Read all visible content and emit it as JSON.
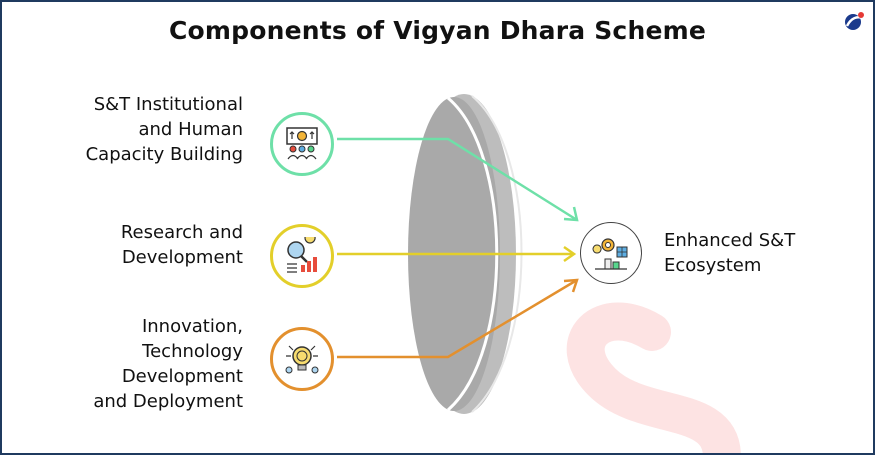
{
  "title": "Components of Vigyan Dhara Scheme",
  "components": [
    {
      "label_lines": [
        "S&T Institutional",
        "and Human",
        "Capacity Building"
      ],
      "icon": "gear-people-icon",
      "color": "#6ee0a8"
    },
    {
      "label_lines": [
        "Research and",
        "Development"
      ],
      "icon": "research-chart-icon",
      "color": "#e3cf2a"
    },
    {
      "label_lines": [
        "Innovation,",
        "Technology",
        "Development",
        "and Deployment"
      ],
      "icon": "innovation-bulb-icon",
      "color": "#e3902e"
    }
  ],
  "outcome": {
    "label_lines": [
      "Enhanced S&T",
      "Ecosystem"
    ],
    "icon": "ecosystem-icon"
  },
  "colors": {
    "title": "#111111",
    "border": "#1f3a5f",
    "lens": "#b8b8b8",
    "watermark": "#fde3e3"
  }
}
